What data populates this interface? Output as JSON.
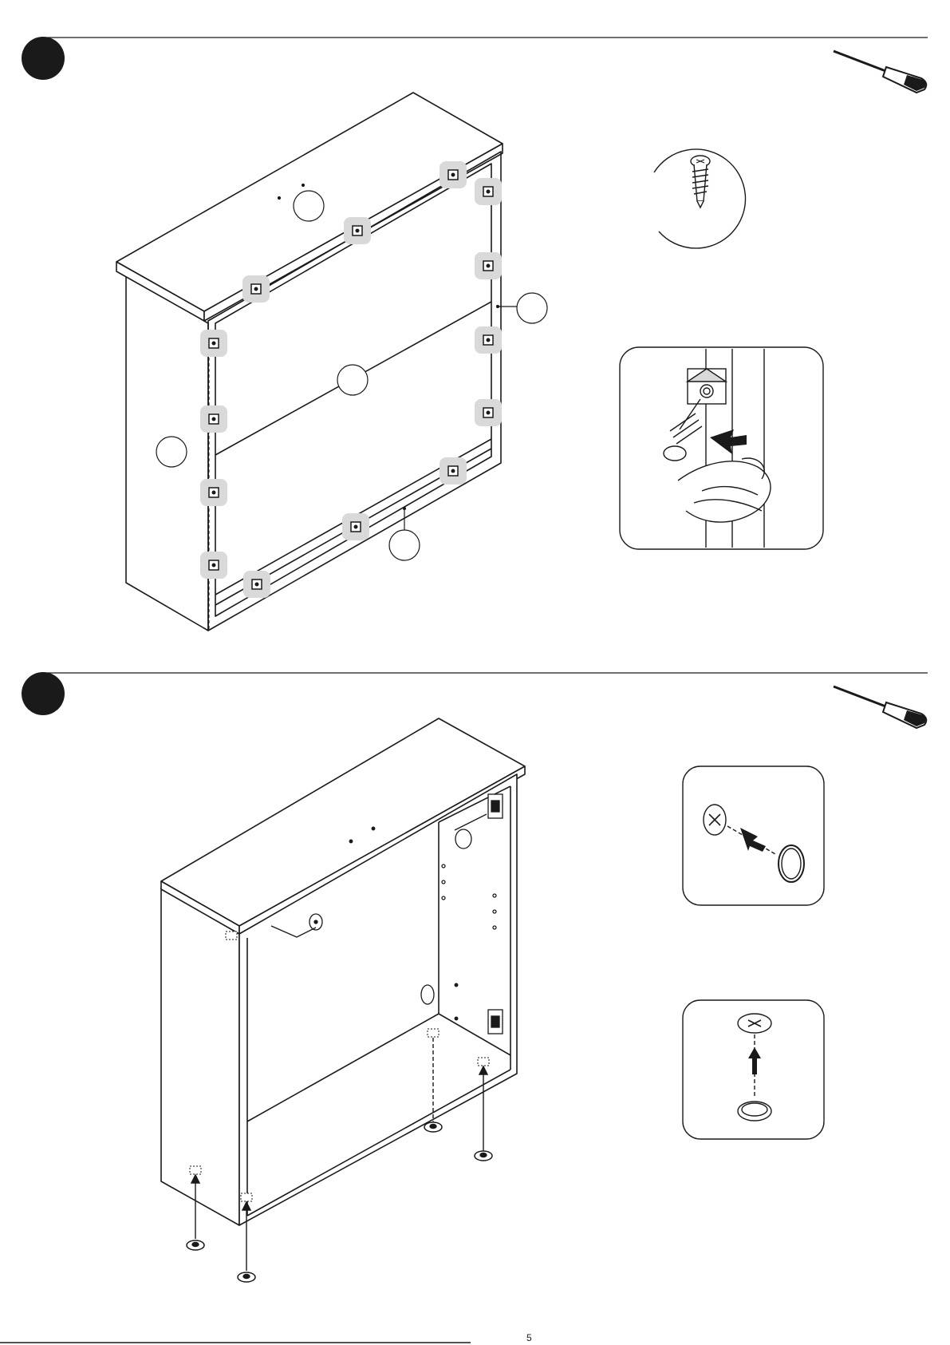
{
  "document": {
    "type": "assembly-instructions-page",
    "steps": [
      {
        "badge": "",
        "tool": "screwdriver-icon",
        "callouts": [
          "",
          "",
          "",
          "",
          ""
        ],
        "detail_insets": [
          "screw-detail",
          "screw-insertion-detail"
        ]
      },
      {
        "badge": "",
        "tool": "screwdriver-icon",
        "detail_insets": [
          "cover-cap-detail",
          "foot-glide-detail"
        ]
      }
    ],
    "footer": {
      "page_number": "5"
    }
  },
  "colors": {
    "ink": "#1a1a1a",
    "highlight": "#d9d9d9",
    "paper": "#ffffff"
  }
}
